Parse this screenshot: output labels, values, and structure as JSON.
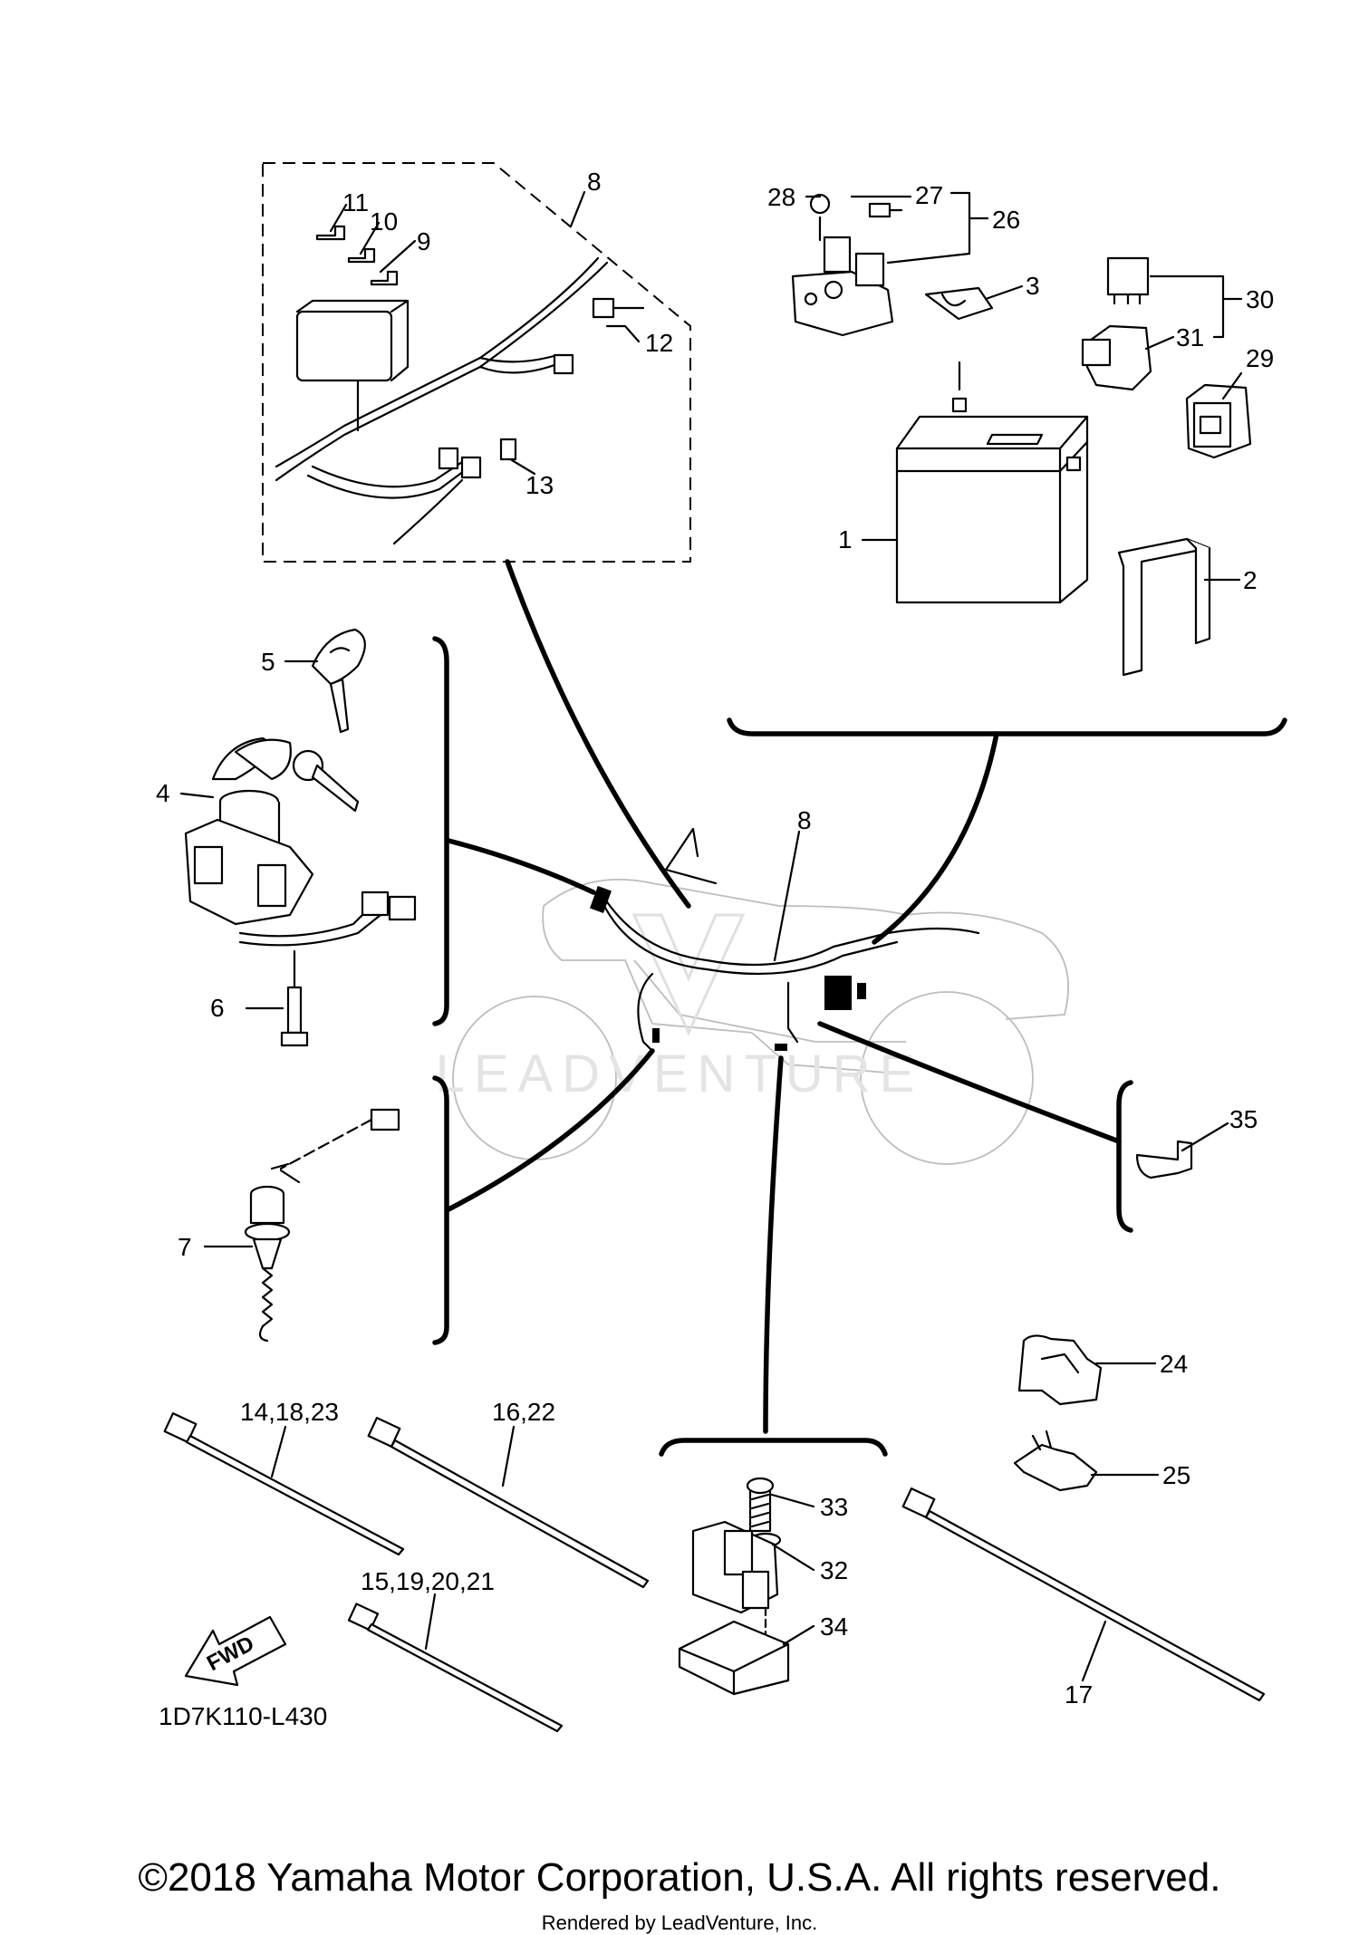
{
  "diagram": {
    "watermark": "LEADVENTURE",
    "drawing_code": "1D7K110-L430",
    "fwd_label": "FWD",
    "callouts": {
      "c1": "1",
      "c2": "2",
      "c3": "3",
      "c4": "4",
      "c5": "5",
      "c6": "6",
      "c7": "7",
      "c8a": "8",
      "c8b": "8",
      "c9": "9",
      "c10": "10",
      "c11": "11",
      "c12": "12",
      "c13": "13",
      "c14": "14,18,23",
      "c15": "15,19,20,21",
      "c16": "16,22",
      "c17": "17",
      "c24": "24",
      "c25": "25",
      "c26": "26",
      "c27": "27",
      "c28": "28",
      "c29": "29",
      "c30": "30",
      "c31": "31",
      "c32": "32",
      "c33": "33",
      "c34": "34",
      "c35": "35"
    }
  },
  "footer": {
    "copyright": "©2018 Yamaha Motor Corporation, U.S.A. All rights reserved.",
    "rendered_by": "Rendered by LeadVenture, Inc."
  }
}
